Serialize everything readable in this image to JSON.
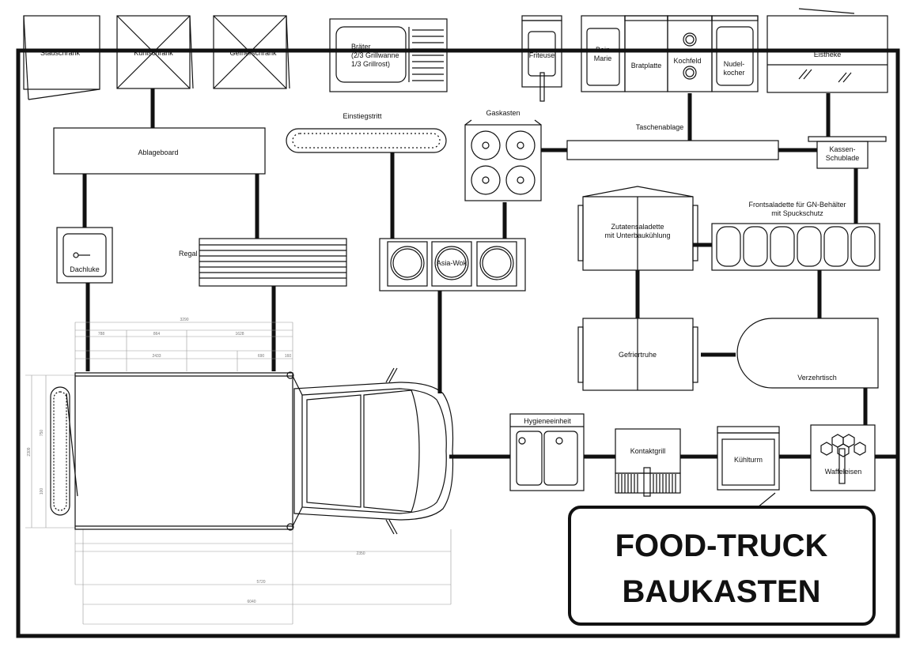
{
  "title": {
    "line1": "FOOD-TRUCK",
    "line2": "BAUKASTEN"
  },
  "modules": {
    "stauschrank": "Stauschrank",
    "kuehlschrank": "Kühlschrank",
    "gefrierschrank": "Gefrierschrank",
    "braeter": [
      "Bräter",
      "(2/3 Grillwanne",
      "1/3 Grillrost)"
    ],
    "friteuse": "Friteuse",
    "bain_marie": [
      "Bain",
      "Marie"
    ],
    "bratplatte": "Bratplatte",
    "kochfeld": "Kochfeld",
    "nudelkocher": [
      "Nudel-",
      "kocher"
    ],
    "eistheke": "Eistheke",
    "ablageboard": "Ablageboard",
    "einstiegstritt": "Einstiegstritt",
    "gaskasten": "Gaskasten",
    "taschenablage": "Taschenablage",
    "kassen_schublade": [
      "Kassen-",
      "Schublade"
    ],
    "dachluke": "Dachluke",
    "regal": "Regal",
    "asia_wok": "Asia-Wok",
    "zutatensaladette": [
      "Zutatensaladette",
      "mit Unterbaukühlung"
    ],
    "frontsaladette": [
      "Frontsaladette für GN-Behälter",
      "mit Spuckschutz"
    ],
    "gefriertruhe": "Gefriertruhe",
    "verzehrtisch": "Verzehrtisch",
    "hygieneeinheit": "Hygieneeinheit",
    "kontaktgrill": "Kontaktgrill",
    "kuehlturm": "Kühlturm",
    "waffeleisen": "Waffeleisen"
  },
  "dimensions": {
    "top_total": "3290",
    "top_a": "788",
    "top_b": "864",
    "top_c": "1628",
    "mid_a": "2433",
    "mid_b": "690",
    "mid_c": "160",
    "left_total": "2309",
    "left_a": "750",
    "left_b": "100",
    "bottom_a": "2350",
    "bottom_b": "5720",
    "bottom_c": "6040"
  }
}
